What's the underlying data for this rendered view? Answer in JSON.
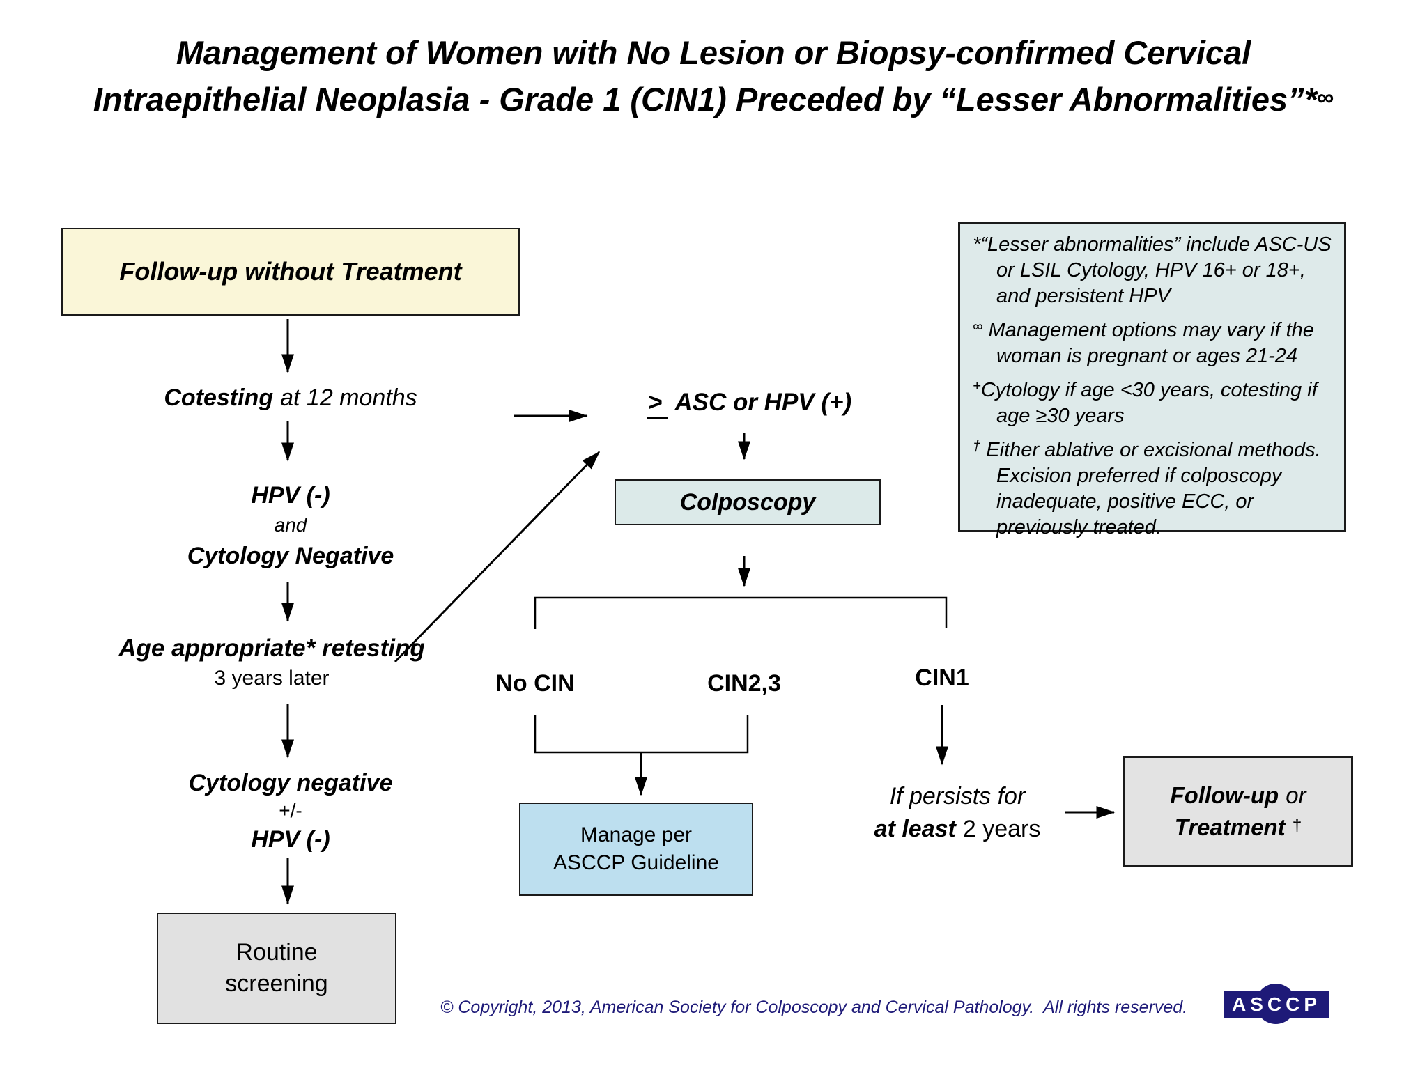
{
  "title": {
    "line1": "Management of Women with No Lesion or Biopsy-confirmed Cervical",
    "line2_main": "Intraepithelial Neoplasia - Grade 1 (CIN1) Preceded by “Lesser Abnormalities”*",
    "line2_sup": "∞"
  },
  "flow": {
    "followup_without_treatment": "Follow-up without Treatment",
    "cotesting": "Cotesting",
    "cotesting_suffix": "at 12 months",
    "hpv_negative": "HPV (-)",
    "and_label": "and",
    "cytology_negative": "Cytology Negative",
    "age_retesting": "Age appropriate* retesting",
    "three_years_later": "3 years later",
    "cytology_negative_2": "Cytology negative",
    "plus_minus": "+/-",
    "hpv_negative_2": "HPV (-)",
    "routine_screening_1": "Routine",
    "routine_screening_2": "screening",
    "gte_symbol": ">",
    "asc_or_hpv": "ASC or HPV (+)",
    "colposcopy": "Colposcopy",
    "no_cin": "No CIN",
    "cin23": "CIN2,3",
    "cin1": "CIN1",
    "manage_1": "Manage per",
    "manage_2": "ASCCP Guideline",
    "persists_1": "If persists for",
    "persists_2_bold": "at least",
    "persists_2_rest": "2 years",
    "followup_bold": "Follow-up",
    "followup_or": "or",
    "treatment_bold": "Treatment",
    "treatment_dagger": "†"
  },
  "notes": {
    "items": [
      {
        "marker": "*",
        "text": "“Lesser abnormalities” include ASC-US or LSIL Cytology, HPV 16+ or 18+, and persistent HPV"
      },
      {
        "marker": "∞",
        "text": "Management options may vary if the woman is pregnant or ages 21-24"
      },
      {
        "marker": "+",
        "text": "Cytology if age <30 years, cotesting if age ≥30 years"
      },
      {
        "marker": "†",
        "text": "Either ablative or excisional methods. Excision preferred if colposcopy inadequate, positive ECC, or previously treated."
      }
    ]
  },
  "footer": {
    "copyright": "© Copyright, 2013, American Society for Colposcopy and Cervical Pathology.  All rights reserved.",
    "logo_text": "ASCCP"
  },
  "colors": {
    "box_yellow": "#faf6d8",
    "box_pale_cyan": "#deeaea",
    "box_light_blue": "#bddfef",
    "box_grey": "#e1e1e1",
    "navy": "#1e1a78",
    "line_black": "#000000"
  }
}
